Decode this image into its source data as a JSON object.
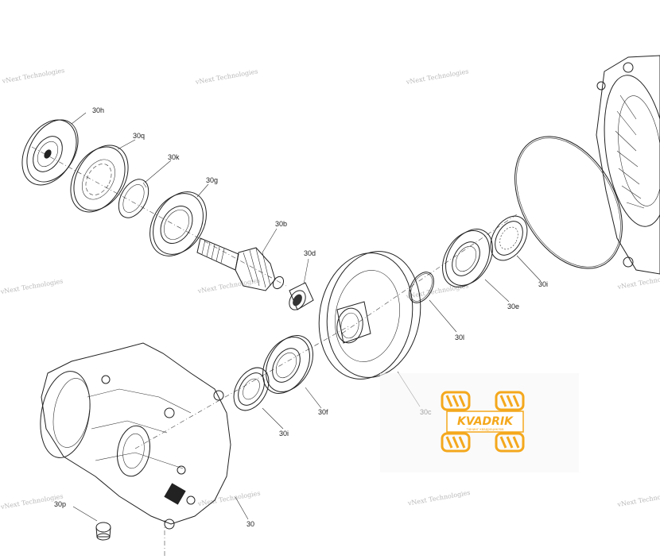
{
  "diagram": {
    "callouts": [
      "30h",
      "30q",
      "30k",
      "30g",
      "30b",
      "30d",
      "30c",
      "30l",
      "30e",
      "30i",
      "30f",
      "30i",
      "30p",
      "30"
    ],
    "watermark_text": "vNext Technologies",
    "logo": {
      "name": "KVADRIK",
      "tagline": "тюнинг квадроциклов"
    }
  },
  "colors": {
    "line": "#222222",
    "watermark": "#b9b9b9",
    "logo": "#f4a81d",
    "background": "#ffffff"
  }
}
